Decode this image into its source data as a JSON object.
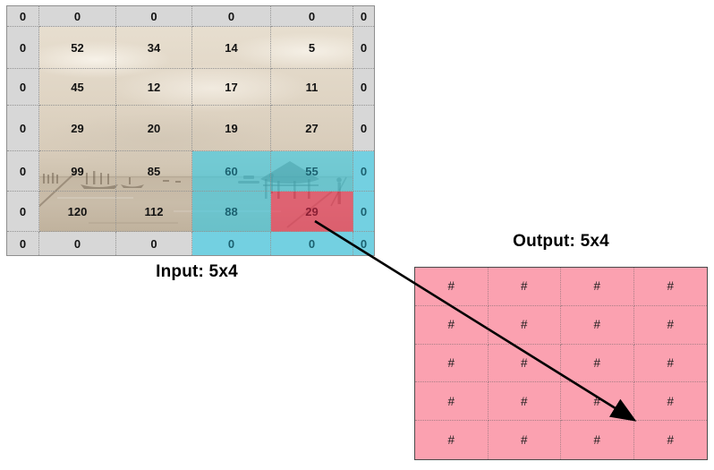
{
  "input": {
    "label": "Input: 5x4",
    "grid": [
      [
        "0",
        "0",
        "0",
        "0",
        "0",
        "0"
      ],
      [
        "0",
        "52",
        "34",
        "14",
        "5",
        "0"
      ],
      [
        "0",
        "45",
        "12",
        "17",
        "11",
        "0"
      ],
      [
        "0",
        "29",
        "20",
        "19",
        "27",
        "0"
      ],
      [
        "0",
        "99",
        "85",
        "60",
        "55",
        "0"
      ],
      [
        "0",
        "120",
        "112",
        "88",
        "29",
        "0"
      ],
      [
        "0",
        "0",
        "0",
        "0",
        "0",
        "0"
      ]
    ]
  },
  "output": {
    "label": "Output: 5x4",
    "grid": [
      [
        "#",
        "#",
        "#",
        "#"
      ],
      [
        "#",
        "#",
        "#",
        "#"
      ],
      [
        "#",
        "#",
        "#",
        "#"
      ],
      [
        "#",
        "#",
        "#",
        "#"
      ],
      [
        "#",
        "#",
        "#",
        "#"
      ]
    ]
  },
  "colors": {
    "padding_gray": "#d7d7d7",
    "cyan_window": "#5ecfe1",
    "red_center_cell": "#dd6170",
    "output_pink": "#fba1b0",
    "arrow": "#000000"
  }
}
